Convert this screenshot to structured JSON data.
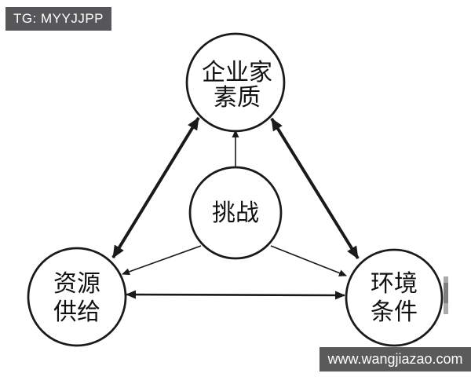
{
  "overlays": {
    "tag_label": "TG: MYYJJPP",
    "watermark": "www.wangjiazao.com"
  },
  "diagram": {
    "nodes": {
      "top": {
        "id": "entrepreneur-quality",
        "line1": "企业家",
        "line2": "素质"
      },
      "center": {
        "id": "challenge",
        "line1": "挑战"
      },
      "left": {
        "id": "resource-supply",
        "line1": "资源",
        "line2": "供给"
      },
      "right": {
        "id": "environment-conditions",
        "line1": "环境",
        "line2": "条件"
      }
    },
    "edges": [
      {
        "from": "entrepreneur-quality",
        "to": "resource-supply",
        "style": "thick",
        "direction": "both"
      },
      {
        "from": "entrepreneur-quality",
        "to": "environment-conditions",
        "style": "thick",
        "direction": "both"
      },
      {
        "from": "resource-supply",
        "to": "environment-conditions",
        "style": "medium",
        "direction": "both"
      },
      {
        "from": "challenge",
        "to": "entrepreneur-quality",
        "style": "thin",
        "direction": "to"
      },
      {
        "from": "challenge",
        "to": "resource-supply",
        "style": "thin",
        "direction": "to"
      },
      {
        "from": "challenge",
        "to": "environment-conditions",
        "style": "thin",
        "direction": "to"
      }
    ]
  },
  "colors": {
    "line": "#1a1a1a",
    "node_fill": "#ffffff",
    "tag_background": "#57575a",
    "watermark_background": "#5a5a5a",
    "overlay_text": "#ffffff",
    "scrollbar_artifact_light": "#aaaaaa",
    "scrollbar_artifact_dark": "#7e7e7e"
  }
}
